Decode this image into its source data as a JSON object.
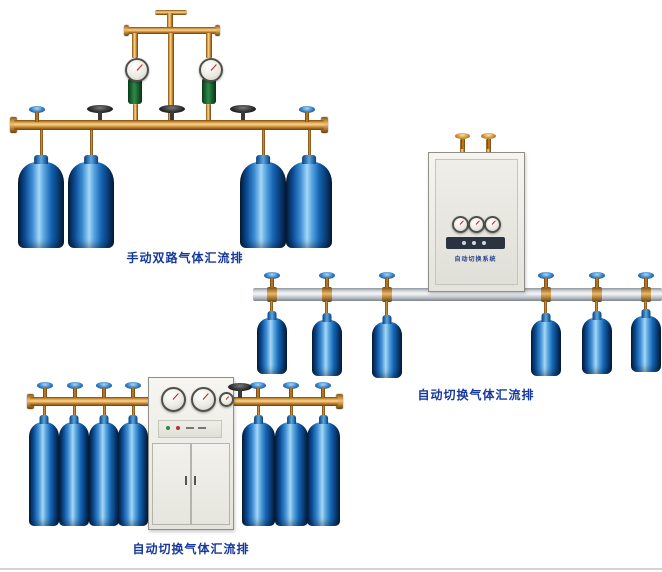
{
  "page": {
    "background": "#ffffff",
    "divider_color": "#d4d4d4"
  },
  "colors": {
    "brass_pipe": "#c8862e",
    "cylinder_blue": "#1565b5",
    "valve_knob_blue": "#2f7cc4",
    "caption_text": "#16389d",
    "cabinet_body": "#efeee8",
    "manifold_bar_silver": "#c9cdd2"
  },
  "products": [
    {
      "caption": "手动双路气体汇流排",
      "cylinder_count": 4
    },
    {
      "caption": "自动切换气体汇流排",
      "cabinet_label": "自动切换系统",
      "cylinder_count": 6
    },
    {
      "caption": "自动切换气体汇流排",
      "cylinder_count": 7
    }
  ]
}
